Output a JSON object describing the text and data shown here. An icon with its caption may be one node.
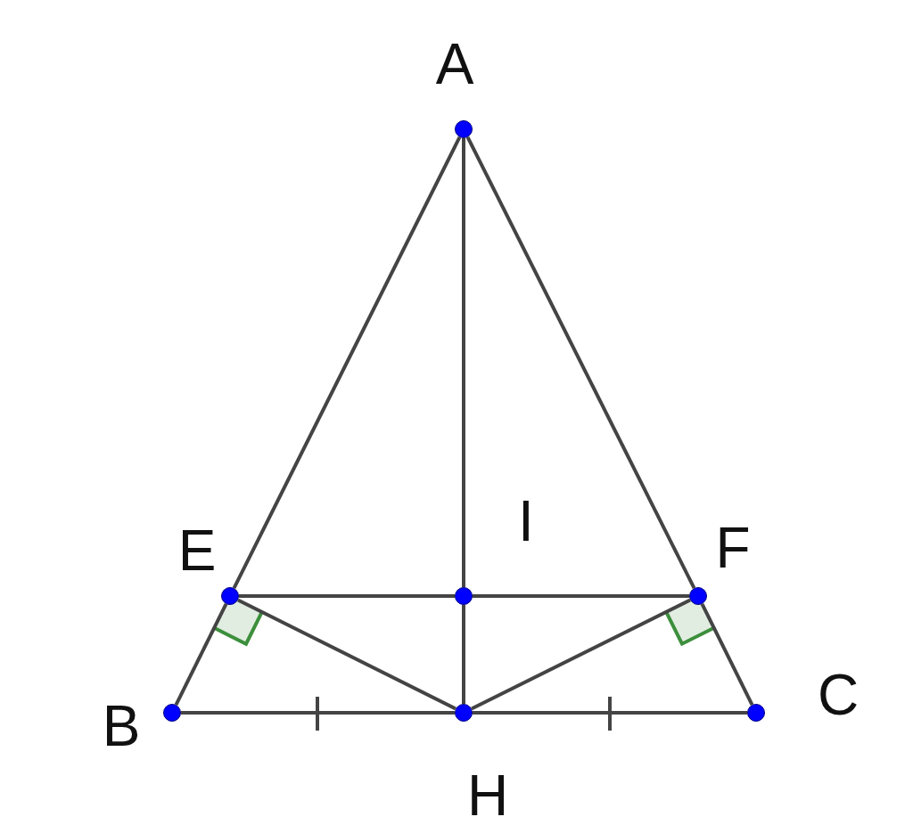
{
  "diagram": {
    "nodes": [
      {
        "text": [],
        "shape": "circle",
        "beside": [
          "A"
        ]
      },
      {
        "text": [],
        "shape": "circle",
        "beside": [
          "E"
        ]
      },
      {
        "text": [],
        "shape": "circle",
        "beside": [
          "I"
        ]
      },
      {
        "text": [],
        "shape": "circle",
        "beside": [
          "F"
        ]
      },
      {
        "text": [],
        "shape": "circle",
        "beside": [
          "B"
        ]
      },
      {
        "text": [],
        "shape": "circle",
        "beside": [
          "H"
        ]
      },
      {
        "text": [],
        "shape": "circle",
        "beside": [
          "C"
        ]
      }
    ],
    "edges": [
      {
        "from": 0,
        "to": 1,
        "arrow": "none"
      },
      {
        "from": 1,
        "to": 4,
        "arrow": "none"
      },
      {
        "from": 0,
        "to": 3,
        "arrow": "none"
      },
      {
        "from": 3,
        "to": 6,
        "arrow": "none"
      },
      {
        "from": 0,
        "to": 2,
        "arrow": "none"
      },
      {
        "from": 2,
        "to": 5,
        "arrow": "none"
      },
      {
        "from": 1,
        "to": 2,
        "arrow": "none"
      },
      {
        "from": 2,
        "to": 3,
        "arrow": "none"
      },
      {
        "from": 1,
        "to": 5,
        "arrow": "none"
      },
      {
        "from": 3,
        "to": 5,
        "arrow": "none"
      },
      {
        "from": 4,
        "to": 5,
        "arrow": "none"
      },
      {
        "from": 5,
        "to": 6,
        "arrow": "none"
      }
    ]
  }
}
